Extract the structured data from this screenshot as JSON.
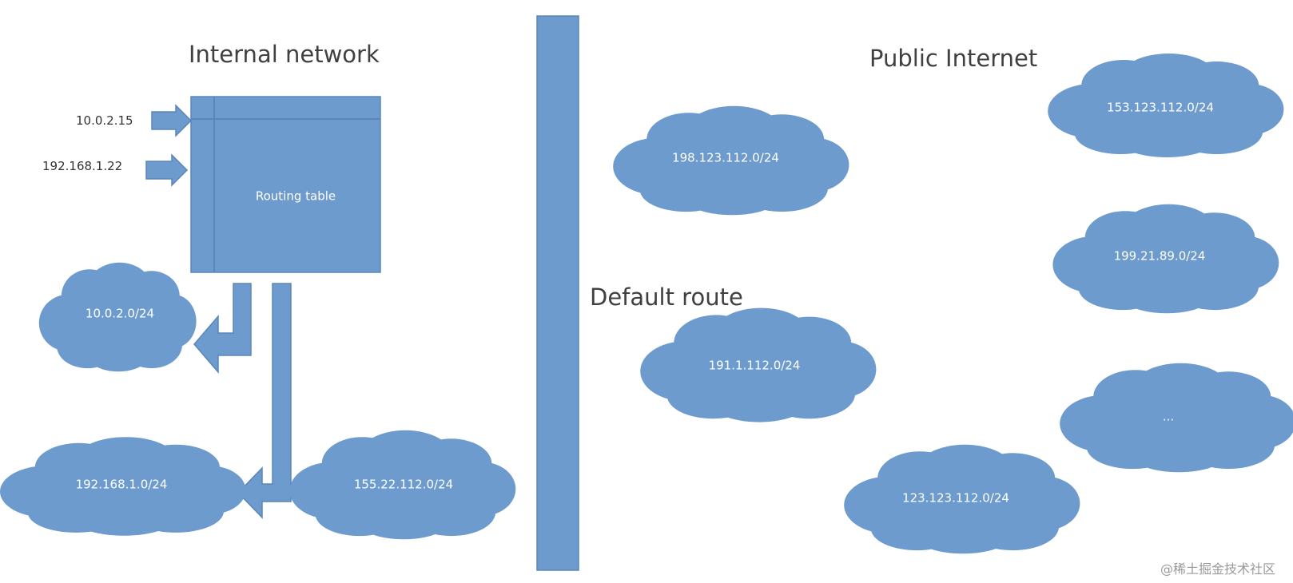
{
  "colors": {
    "fill": "#6d9bce",
    "stroke": "#5b86b8",
    "background": "#ffffff"
  },
  "titles": {
    "internal": "Internal network",
    "public": "Public Internet",
    "default_route": "Default route"
  },
  "router": {
    "label": "Routing table"
  },
  "inputs": {
    "ip1": "10.0.2.15",
    "ip2": "192.168.1.22"
  },
  "clouds": {
    "net1": "10.0.2.0/24",
    "net2": "192.168.1.0/24",
    "net3": "155.22.112.0/24",
    "pub1": "198.123.112.0/24",
    "pub2": "191.1.112.0/24",
    "pub3": "153.123.112.0/24",
    "pub4": "199.21.89.0/24",
    "pub5": "...",
    "pub6": "123.123.112.0/24"
  },
  "icons": {
    "cloud": "cloud-icon",
    "arrow": "arrow-icon"
  },
  "watermark": "@稀土掘金技术社区"
}
